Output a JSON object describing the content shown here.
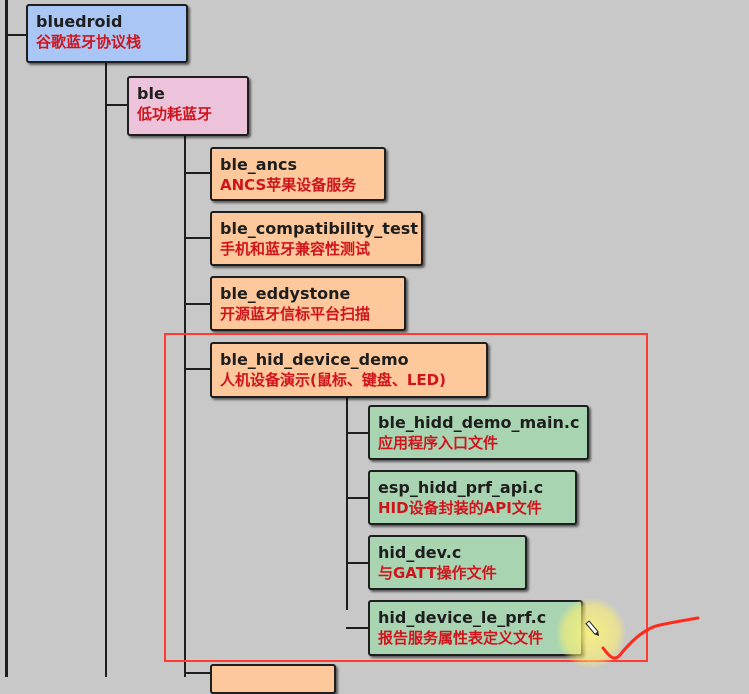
{
  "tree": {
    "root": {
      "name": "bluedroid",
      "desc": "谷歌蓝牙协议栈"
    },
    "ble": {
      "name": "ble",
      "desc": "低功耗蓝牙"
    },
    "children": [
      {
        "name": "ble_ancs",
        "desc": "ANCS苹果设备服务"
      },
      {
        "name": "ble_compatibility_test",
        "desc": "手机和蓝牙兼容性测试"
      },
      {
        "name": "ble_eddystone",
        "desc": "开源蓝牙信标平台扫描"
      },
      {
        "name": "ble_hid_device_demo",
        "desc": "人机设备演示(鼠标、键盘、LED)"
      }
    ],
    "files": [
      {
        "name": "ble_hidd_demo_main.c",
        "desc": "应用程序入口文件"
      },
      {
        "name": "esp_hidd_prf_api.c",
        "desc": "HID设备封装的API文件"
      },
      {
        "name": "hid_dev.c",
        "desc": "与GATT操作文件"
      },
      {
        "name": "hid_device_le_prf.c",
        "desc": "报告服务属性表定义文件"
      }
    ]
  },
  "colors": {
    "root": "#a9c6f4",
    "ble": "#ecc3da",
    "child": "#fdc89b",
    "file": "#a9d4b2",
    "description_text": "#d0141c",
    "highlight": "#ff3b2f"
  }
}
